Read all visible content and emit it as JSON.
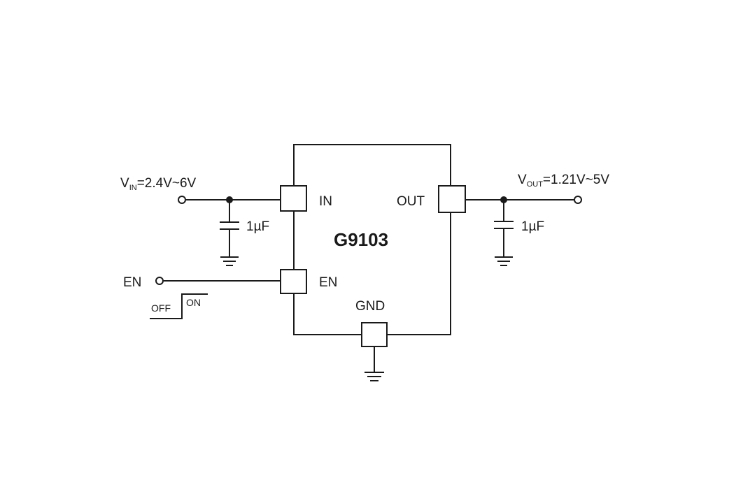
{
  "ic": {
    "name": "G9103",
    "pins": {
      "in": "IN",
      "out": "OUT",
      "en": "EN",
      "gnd": "GND"
    }
  },
  "vin": {
    "symbol": "V",
    "subscript": "IN",
    "range": "=2.4V~6V"
  },
  "vout": {
    "symbol": "V",
    "subscript": "OUT",
    "range": "=1.21V~5V"
  },
  "capacitors": {
    "input": "1µF",
    "output": "1µF"
  },
  "enable": {
    "label": "EN",
    "off_label": "OFF",
    "on_label": "ON"
  }
}
